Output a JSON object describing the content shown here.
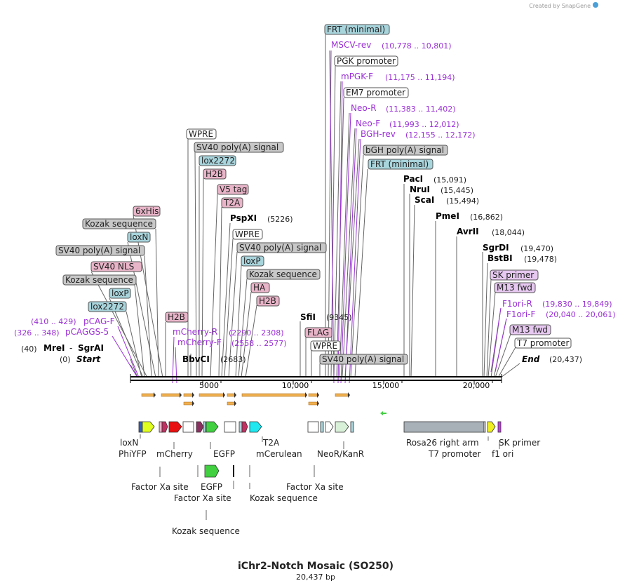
{
  "watermark": "Created by SnapGene",
  "map": {
    "title": "iChr2-Notch Mosaic (SO250)",
    "subtitle": "20,437 bp",
    "length_bp": 20437,
    "ticks": [
      "5000",
      "10,000",
      "15,000",
      "20,000"
    ]
  },
  "labels": [
    {
      "name": "frt-minimal-label-1",
      "text": "FRT (minimal)",
      "kind": "box-blue"
    },
    {
      "name": "mscv-rev-label",
      "text": "MSCV-rev",
      "kind": "primer",
      "range": "(10,778 .. 10,801)"
    },
    {
      "name": "pgk-promoter-label",
      "text": "PGK promoter",
      "kind": "box-white"
    },
    {
      "name": "mpgk-f-label",
      "text": "mPGK-F",
      "kind": "primer",
      "range": "(11,175 .. 11,194)"
    },
    {
      "name": "em7-promoter-label",
      "text": "EM7 promoter",
      "kind": "box-white"
    },
    {
      "name": "neo-r-label",
      "text": "Neo-R",
      "kind": "primer",
      "range": "(11,383 .. 11,402)"
    },
    {
      "name": "neo-f-label",
      "text": "Neo-F",
      "kind": "primer",
      "range": "(11,993 .. 12,012)"
    },
    {
      "name": "bgh-rev-label",
      "text": "BGH-rev",
      "kind": "primer",
      "range": "(12,155 .. 12,172)"
    },
    {
      "name": "bgh-polya-label",
      "text": "bGH poly(A) signal",
      "kind": "box-gray"
    },
    {
      "name": "frt-minimal-label-2",
      "text": "FRT (minimal)",
      "kind": "box-blue"
    },
    {
      "name": "paci-label",
      "text": "PacI",
      "kind": "enzyme",
      "range": "(15,091)"
    },
    {
      "name": "nrui-label",
      "text": "NruI",
      "kind": "enzyme",
      "range": "(15,445)"
    },
    {
      "name": "scai-label",
      "text": "ScaI",
      "kind": "enzyme",
      "range": "(15,494)"
    },
    {
      "name": "pmei-label",
      "text": "PmeI",
      "kind": "enzyme",
      "range": "(16,862)"
    },
    {
      "name": "avrii-label",
      "text": "AvrII",
      "kind": "enzyme",
      "range": "(18,044)"
    },
    {
      "name": "sgrdi-label",
      "text": "SgrDI",
      "kind": "enzyme",
      "range": "(19,470)"
    },
    {
      "name": "bstbi-label",
      "text": "BstBI",
      "kind": "enzyme",
      "range": "(19,478)"
    },
    {
      "name": "sk-primer-label",
      "text": "SK primer",
      "kind": "box-violet"
    },
    {
      "name": "m13-fwd-label-1",
      "text": "M13 fwd",
      "kind": "box-violet"
    },
    {
      "name": "f1ori-r-label",
      "text": "F1ori-R",
      "kind": "primer",
      "range": "(19,830 .. 19,849)"
    },
    {
      "name": "f1ori-f-label",
      "text": "F1ori-F",
      "kind": "primer",
      "range": "(20,040 .. 20,061)"
    },
    {
      "name": "m13-fwd-label-2",
      "text": "M13 fwd",
      "kind": "box-violet"
    },
    {
      "name": "t7-promoter-label",
      "text": "T7 promoter",
      "kind": "box-white"
    },
    {
      "name": "end-label",
      "text": "End",
      "kind": "end",
      "range": "(20,437)"
    },
    {
      "name": "wpre-label-1",
      "text": "WPRE",
      "kind": "box-white"
    },
    {
      "name": "sv40-polya-label-1",
      "text": "SV40 poly(A) signal",
      "kind": "box-gray"
    },
    {
      "name": "lox2272-label-1",
      "text": "lox2272",
      "kind": "box-blue"
    },
    {
      "name": "h2b-label-1",
      "text": "H2B",
      "kind": "box-pink"
    },
    {
      "name": "v5-tag-label",
      "text": "V5 tag",
      "kind": "box-pink"
    },
    {
      "name": "t2a-label",
      "text": "T2A",
      "kind": "box-pink"
    },
    {
      "name": "pspxi-label",
      "text": "PspXI",
      "kind": "enzyme",
      "range": "(5226)"
    },
    {
      "name": "wpre-label-2",
      "text": "WPRE",
      "kind": "box-white"
    },
    {
      "name": "sv40-polya-label-2",
      "text": "SV40 poly(A) signal",
      "kind": "box-gray"
    },
    {
      "name": "loxp-label-1",
      "text": "loxP",
      "kind": "box-blue"
    },
    {
      "name": "kozak-label-1",
      "text": "Kozak sequence",
      "kind": "box-gray"
    },
    {
      "name": "ha-label",
      "text": "HA",
      "kind": "box-pink"
    },
    {
      "name": "h2b-label-2",
      "text": "H2B",
      "kind": "box-pink"
    },
    {
      "name": "sfii-label",
      "text": "SfiI",
      "kind": "enzyme",
      "range": "(9345)"
    },
    {
      "name": "flag-label",
      "text": "FLAG",
      "kind": "box-pink"
    },
    {
      "name": "wpre-label-3",
      "text": "WPRE",
      "kind": "box-white"
    },
    {
      "name": "sv40-polya-label-3",
      "text": "SV40 poly(A) signal",
      "kind": "box-gray"
    },
    {
      "name": "6xhis-label",
      "text": "6xHis",
      "kind": "box-pink"
    },
    {
      "name": "kozak-label-2",
      "text": "Kozak sequence",
      "kind": "box-gray"
    },
    {
      "name": "loxn-label",
      "text": "loxN",
      "kind": "box-blue"
    },
    {
      "name": "sv40-polya-label-4",
      "text": "SV40 poly(A) signal",
      "kind": "box-gray"
    },
    {
      "name": "sv40-nls-label",
      "text": "SV40 NLS",
      "kind": "box-pink"
    },
    {
      "name": "kozak-label-3",
      "text": "Kozak sequence",
      "kind": "box-gray"
    },
    {
      "name": "loxp-label-2",
      "text": "loxP",
      "kind": "box-blue"
    },
    {
      "name": "lox2272-label-2",
      "text": "lox2272",
      "kind": "box-blue"
    },
    {
      "name": "h2b-label-3",
      "text": "H2B",
      "kind": "box-pink"
    },
    {
      "name": "pcag-f-label",
      "text": "pCAG-F",
      "kind": "primer",
      "range": "(410 .. 429)"
    },
    {
      "name": "pcaggs-5-label",
      "text": "pCAGGS-5",
      "kind": "primer",
      "range": "(326 .. 348)"
    },
    {
      "name": "mcherry-r-label",
      "text": "mCherry-R",
      "kind": "primer",
      "range": "(2290 .. 2308)"
    },
    {
      "name": "mcherry-f-label",
      "text": "mCherry-F",
      "kind": "primer",
      "range": "(2558 .. 2577)"
    },
    {
      "name": "mrei-label",
      "text": "MreI",
      "kind": "enzyme",
      "range": "(40)"
    },
    {
      "name": "sgrai-label",
      "text": "SgrAI",
      "kind": "enzyme"
    },
    {
      "name": "bbvci-label",
      "text": "BbvCI",
      "kind": "enzyme",
      "range": "(2683)"
    },
    {
      "name": "start-label",
      "text": "Start",
      "kind": "end",
      "range": "(0)"
    }
  ],
  "features": [
    {
      "name": "loxn-feature-label",
      "text": "loxN"
    },
    {
      "name": "phiyfp-feature-label",
      "text": "PhiYFP"
    },
    {
      "name": "mcherry-feature-label",
      "text": "mCherry"
    },
    {
      "name": "egfp-feature-label-1",
      "text": "EGFP"
    },
    {
      "name": "t2a-feature-label",
      "text": "T2A"
    },
    {
      "name": "mcerulean-feature-label",
      "text": "mCerulean"
    },
    {
      "name": "neor-kanr-feature-label",
      "text": "NeoR/KanR"
    },
    {
      "name": "rosa26-feature-label",
      "text": "Rosa26 right arm"
    },
    {
      "name": "t7-promoter-feature-label",
      "text": "T7 promoter"
    },
    {
      "name": "sk-primer-feature-label",
      "text": "SK primer"
    },
    {
      "name": "f1-ori-feature-label",
      "text": "f1 ori"
    },
    {
      "name": "factor-xa-label-1",
      "text": "Factor Xa site"
    },
    {
      "name": "egfp-feature-label-2",
      "text": "EGFP"
    },
    {
      "name": "factor-xa-label-2",
      "text": "Factor Xa site"
    },
    {
      "name": "factor-xa-label-3",
      "text": "Factor Xa site"
    },
    {
      "name": "kozak-feature-label-1",
      "text": "Kozak sequence"
    },
    {
      "name": "kozak-feature-label-2",
      "text": "Kozak sequence"
    }
  ],
  "colors": {
    "blue_box": "#a8d4dc",
    "pink_box": "#e8b4c8",
    "gray_box": "#c8c8c8",
    "violet_box": "#e6c8f0",
    "primer": "#9b30d6",
    "orf_arrow": "#f0b050",
    "egfp": "#40d040",
    "mcherry": "#e81010",
    "phiyfp": "#e0ff20",
    "mcerulean": "#20e8f0",
    "rosa26": "#a8b0b8"
  }
}
